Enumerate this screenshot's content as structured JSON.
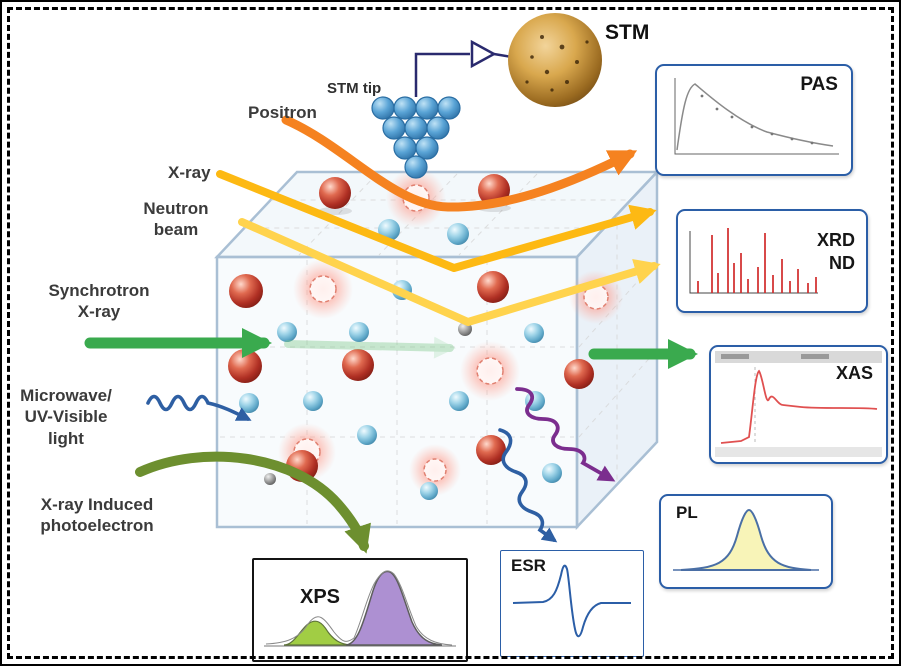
{
  "labels": {
    "stm_tip": "STM tip",
    "stm": "STM",
    "positron": "Positron",
    "xray": "X-ray",
    "neutron": {
      "line1": "Neutron",
      "line2": "beam"
    },
    "synchrotron": {
      "line1": "Synchrotron",
      "line2": "X-ray"
    },
    "microwave": {
      "line1": "Microwave/",
      "line2": "UV-Visible",
      "line3": "light"
    },
    "photoelectron": {
      "line1": "X-ray Induced",
      "line2": "photoelectron"
    }
  },
  "panels": {
    "pas": {
      "label": "PAS"
    },
    "xrd": {
      "line1": "XRD",
      "line2": "ND"
    },
    "xas": {
      "label": "XAS"
    },
    "pl": {
      "label": "PL"
    },
    "esr": {
      "label": "ESR"
    },
    "xps": {
      "label": "XPS"
    }
  },
  "colors": {
    "positron_arrow": "#F58220",
    "xray_arrow": "#FDB913",
    "neutron_arrow": "#FFD34D",
    "synchrotron_arrow": "#3AAA4E",
    "xas_arrow": "#3AAA4E",
    "microwave_wave": "#2E5FA3",
    "esr_wave": "#2E5FA3",
    "pl_wave": "#7B2D8E",
    "photoelectron_arrow": "#6D8F2F",
    "panel_border": "#2B5EA7",
    "xps_border": "#141414",
    "defect_glow": "#FF8A7A",
    "atom_red": "#B03024",
    "atom_blue": "#5FA8C9"
  }
}
